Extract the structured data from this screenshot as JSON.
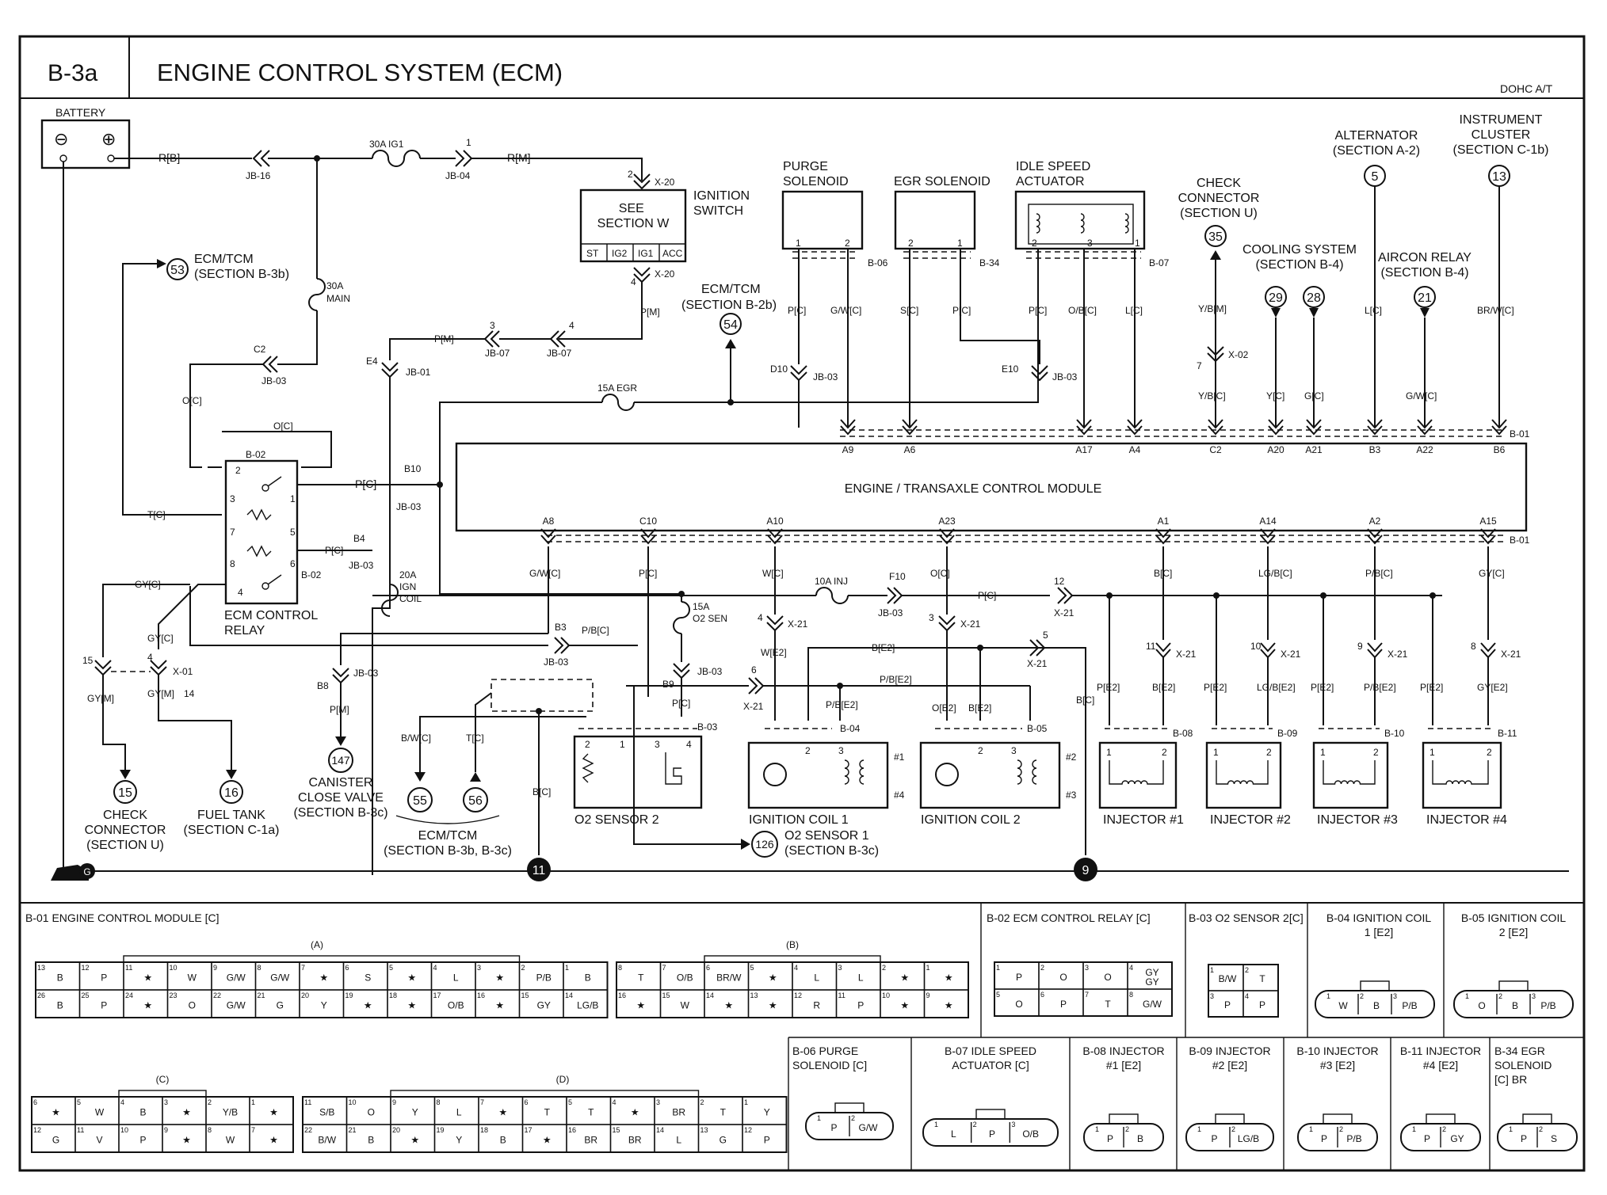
{
  "header": {
    "code": "B-3a",
    "title": "ENGINE CONTROL SYSTEM (ECM)",
    "variant": "DOHC A/T"
  },
  "colors": {
    "ink": "#111111",
    "paper": "#ffffff"
  },
  "top": {
    "battery": "BATTERY",
    "minus": "⊖",
    "plus": "⊕",
    "w_rb": "R[B]",
    "jb16": "JB-16",
    "fuse_ig1": "30A IG1",
    "pin1": "1",
    "jb04": "JB-04",
    "w_rm": "R[M]",
    "x20a": "X-20",
    "pin2": "2",
    "see_w": "SEE\nSECTION W",
    "ign_switch": "IGNITION\nSWITCH",
    "sw_st": "ST",
    "sw_ig2": "IG2",
    "sw_ig1": "IG1",
    "sw_acc": "ACC",
    "x20b": "X-20",
    "pin4": "4",
    "w_pm": "P[M]",
    "ecmtcm": "ECM/TCM",
    "sec_b2b": "(SECTION B-2b)",
    "ref54": "54",
    "sec_b3b": "ECM/TCM\n(SECTION B-3b)",
    "ref53": "53",
    "fuse_main": "30A\nMAIN",
    "c2": "C2",
    "jb03": "JB-03",
    "w_oc": "O[C]",
    "e4": "E4",
    "jb01": "JB-01",
    "w_pm2": "P[M]",
    "pin3": "3",
    "jb07": "JB-07",
    "pin4b": "4",
    "jb07b": "JB-07",
    "fuse_egr": "15A EGR",
    "purge": "PURGE\nSOLENOID",
    "egr": "EGR SOLENOID",
    "isa": "IDLE SPEED\nACTUATOR",
    "check_conn": "CHECK\nCONNECTOR\n(SECTION U)",
    "ref35": "35",
    "alt": "ALTERNATOR\n(SECTION A-2)",
    "ref5": "5",
    "cluster": "INSTRUMENT\nCLUSTER\n(SECTION C-1b)",
    "ref13": "13",
    "cooling": "COOLING SYSTEM\n(SECTION B-4)",
    "ref29": "29",
    "ref28": "28",
    "aircon": "AIRCON RELAY\n(SECTION B-4)",
    "ref21": "21",
    "b06": "B-06",
    "b34": "B-34",
    "b07": "B-07",
    "w_pc": "P[C]",
    "w_gwc": "G/W[C]",
    "w_sc": "S[C]",
    "w_pc2": "P[C]",
    "w_pc3": "P[C]",
    "w_obc": "O/B[C]",
    "w_lc": "L[C]",
    "w_ybm": "Y/B[M]",
    "x02": "X-02",
    "pin7": "7",
    "w_ybc": "Y/B[C]",
    "w_yc": "Y[C]",
    "w_gc": "G[C]",
    "w_lc2": "L[C]",
    "w_gwc2": "G/W[C]",
    "w_brwc": "BR/W[C]",
    "d10": "D10",
    "jb03d": "JB-03",
    "e10": "E10",
    "jb03e": "JB-03",
    "b01": "B-01"
  },
  "ecm": {
    "label": "ENGINE / TRANSAXLE CONTROL MODULE",
    "top_pins": [
      "A9",
      "A6",
      "A17",
      "A4",
      "C2",
      "A20",
      "A21",
      "B3",
      "A22",
      "B6"
    ],
    "bottom_pins": [
      "A8",
      "C10",
      "A10",
      "A23",
      "A1",
      "A14",
      "A2",
      "A15"
    ],
    "b01b": "B-01"
  },
  "relay": {
    "label": "ECM CONTROL\nRELAY",
    "b02a": "B-02",
    "b02b": "B-02",
    "w_oc": "O[C]",
    "w_pc": "P[C]",
    "w_pc2": "P[C]",
    "w_tc": "T[C]",
    "b10": "B10",
    "jb03": "JB-03",
    "b4": "B4",
    "jb03b": "JB-03",
    "fuse_ign": "20A\nIGN\nCOIL",
    "p2": "2",
    "p3": "3",
    "p1": "1",
    "p7": "7",
    "p5": "5",
    "p8": "8",
    "p6": "6",
    "p4": "4"
  },
  "lower": {
    "w_gyc": "GY[C]",
    "w_gyc2": "GY[C]",
    "p15": "15",
    "p4": "4",
    "x01": "X-01",
    "w_gym": "GY[M]",
    "w_gym2": "GY[M]",
    "p14": "14",
    "check15": "CHECK\nCONNECTOR\n(SECTION U)",
    "ref15": "15",
    "fuel16": "FUEL TANK\n(SECTION C-1a)",
    "ref16": "16",
    "b8": "B8",
    "jb03": "JB-03",
    "w_pm": "P[M]",
    "canister": "CANISTER\nCLOSE VALVE\n(SECTION B-3c)",
    "ref147": "147",
    "w_bwc": "B/W[C]",
    "w_tc": "T[C]",
    "ecm55": "ECM/TCM\n(SECTION B-3b, B-3c)",
    "ref55": "55",
    "ref56": "56",
    "b3": "B3",
    "w_pbc": "P/B[C]",
    "jb03b": "JB-03",
    "w_gwc": "G/W[C]",
    "w_pc": "P[C]",
    "w_wc": "W[C]",
    "w_oc": "O[C]",
    "fuse_o2": "15A\nO2 SEN",
    "jb03c": "JB-03",
    "b9": "B9",
    "w_pc2": "P[C]",
    "b03": "B-03",
    "o2s2": "O2 SENSOR 2",
    "o2s1": "O2 SENSOR 1\n(SECTION B-3c)",
    "ref126": "126",
    "fuse_inj": "10A INJ",
    "f10": "F10",
    "jb03d": "JB-03",
    "w_pc3": "P[C]",
    "p12": "12",
    "x21a": "X-21",
    "p4b": "4",
    "x21b": "X-21",
    "w_we2": "W[E2]",
    "p3b": "3",
    "x21c": "X-21",
    "w_be2": "B[E2]",
    "p5": "5",
    "x21d": "X-21",
    "p6": "6",
    "x21e": "X-21",
    "w_pbe2": "P/B[E2]",
    "w_pbe2b": "P/B[E2]",
    "w_oe2": "O[E2]",
    "w_be2b": "B[E2]",
    "w_bc": "B[C]",
    "b04": "B-04",
    "b05": "B-05",
    "coil1": "IGNITION COIL 1",
    "coil2": "IGNITION COIL 2",
    "c1": "#1",
    "c4": "#4",
    "c2": "#2",
    "c3": "#3",
    "w_bc2": "B[C]",
    "g11": "11",
    "g9": "9",
    "ground": "G"
  },
  "injectors": [
    {
      "label": "INJECTOR #1",
      "wire_top": "B[C]",
      "pin": "11",
      "x21": "X-21",
      "wire_p": "P[E2]",
      "wire_c": "B[E2]",
      "conn": "B-08"
    },
    {
      "label": "INJECTOR #2",
      "wire_top": "LG/B[C]",
      "pin": "10",
      "x21": "X-21",
      "wire_p": "P[E2]",
      "wire_c": "LG/B[E2]",
      "conn": "B-09"
    },
    {
      "label": "INJECTOR #3",
      "wire_top": "P/B[C]",
      "pin": "9",
      "x21": "X-21",
      "wire_p": "P[E2]",
      "wire_c": "P/B[E2]",
      "conn": "B-10"
    },
    {
      "label": "INJECTOR #4",
      "wire_top": "GY[C]",
      "pin": "8",
      "x21": "X-21",
      "wire_p": "P[E2]",
      "wire_c": "GY[E2]",
      "conn": "B-11"
    }
  ],
  "connectors": {
    "b01_title": "B-01 ENGINE CONTROL MODULE [C]",
    "A": {
      "label": "(A)",
      "row1": [
        [
          "13",
          "B"
        ],
        [
          "12",
          "P"
        ],
        [
          "11",
          "★"
        ],
        [
          "10",
          "W"
        ],
        [
          "9",
          "G/W"
        ],
        [
          "8",
          "G/W"
        ],
        [
          "7",
          "★"
        ],
        [
          "6",
          "S"
        ],
        [
          "5",
          "★"
        ],
        [
          "4",
          "L"
        ],
        [
          "3",
          "★"
        ],
        [
          "2",
          "P/B"
        ],
        [
          "1",
          "B"
        ]
      ],
      "row2": [
        [
          "26",
          "B"
        ],
        [
          "25",
          "P"
        ],
        [
          "24",
          "★"
        ],
        [
          "23",
          "O"
        ],
        [
          "22",
          "G/W"
        ],
        [
          "21",
          "G"
        ],
        [
          "20",
          "Y"
        ],
        [
          "19",
          "★"
        ],
        [
          "18",
          "★"
        ],
        [
          "17",
          "O/B"
        ],
        [
          "16",
          "★"
        ],
        [
          "15",
          "GY"
        ],
        [
          "14",
          "LG/B"
        ]
      ]
    },
    "B": {
      "label": "(B)",
      "row1": [
        [
          "8",
          "T"
        ],
        [
          "7",
          "O/B"
        ],
        [
          "6",
          "BR/W"
        ],
        [
          "5",
          "★"
        ],
        [
          "4",
          "L"
        ],
        [
          "3",
          "L"
        ],
        [
          "2",
          "★"
        ],
        [
          "1",
          "★"
        ]
      ],
      "row2": [
        [
          "16",
          "★"
        ],
        [
          "15",
          "W"
        ],
        [
          "14",
          "★"
        ],
        [
          "13",
          "★"
        ],
        [
          "12",
          "R"
        ],
        [
          "11",
          "P"
        ],
        [
          "10",
          "★"
        ],
        [
          "9",
          "★"
        ]
      ]
    },
    "C": {
      "label": "(C)",
      "row1": [
        [
          "6",
          "★"
        ],
        [
          "5",
          "W"
        ],
        [
          "4",
          "B"
        ],
        [
          "3",
          "★"
        ],
        [
          "2",
          "Y/B"
        ],
        [
          "1",
          "★"
        ]
      ],
      "row2": [
        [
          "12",
          "G"
        ],
        [
          "11",
          "V"
        ],
        [
          "10",
          "P"
        ],
        [
          "9",
          "★"
        ],
        [
          "8",
          "W"
        ],
        [
          "7",
          "★"
        ]
      ]
    },
    "D": {
      "label": "(D)",
      "row1": [
        [
          "11",
          "S/B"
        ],
        [
          "10",
          "O"
        ],
        [
          "9",
          "Y"
        ],
        [
          "8",
          "L"
        ],
        [
          "7",
          "★"
        ],
        [
          "6",
          "T"
        ],
        [
          "5",
          "T"
        ],
        [
          "4",
          "★"
        ],
        [
          "3",
          "BR"
        ],
        [
          "2",
          "T"
        ],
        [
          "1",
          "Y"
        ]
      ],
      "row2": [
        [
          "22",
          "B/W"
        ],
        [
          "21",
          "B"
        ],
        [
          "20",
          "★"
        ],
        [
          "19",
          "Y"
        ],
        [
          "18",
          "B"
        ],
        [
          "17",
          "★"
        ],
        [
          "16",
          "BR"
        ],
        [
          "15",
          "BR"
        ],
        [
          "14",
          "L"
        ],
        [
          "13",
          "G"
        ],
        [
          "12",
          "P"
        ]
      ]
    },
    "b02": {
      "title": "B-02 ECM CONTROL RELAY [C]",
      "row1": [
        [
          "1",
          "P"
        ],
        [
          "2",
          "O"
        ],
        [
          "3",
          "O"
        ],
        [
          "4",
          "GY\nGY"
        ]
      ],
      "row2": [
        [
          "5",
          "O"
        ],
        [
          "6",
          "P"
        ],
        [
          "7",
          "T"
        ],
        [
          "8",
          "G/W"
        ]
      ]
    },
    "b03": {
      "title": "B-03 O2 SENSOR 2[C]",
      "cells": [
        [
          "1",
          "B/W"
        ],
        [
          "2",
          "T"
        ],
        [
          "3",
          "P"
        ],
        [
          "4",
          "P"
        ]
      ]
    },
    "b04": {
      "title": "B-04 IGNITION COIL\n1 [E2]",
      "cells": [
        [
          "1",
          "W"
        ],
        [
          "2",
          "B"
        ],
        [
          "3",
          "P/B"
        ]
      ]
    },
    "b05": {
      "title": "B-05 IGNITION COIL\n2 [E2]",
      "cells": [
        [
          "1",
          "O"
        ],
        [
          "2",
          "B"
        ],
        [
          "3",
          "P/B"
        ]
      ]
    },
    "b06": {
      "title": "B-06 PURGE\nSOLENOID [C]",
      "cells": [
        [
          "1",
          "P"
        ],
        [
          "2",
          "G/W"
        ]
      ]
    },
    "b07": {
      "title": "B-07 IDLE SPEED\nACTUATOR [C]",
      "cells": [
        [
          "1",
          "L"
        ],
        [
          "2",
          "P"
        ],
        [
          "3",
          "O/B"
        ]
      ]
    },
    "b08": {
      "title": "B-08 INJECTOR\n#1 [E2]",
      "cells": [
        [
          "1",
          "P"
        ],
        [
          "2",
          "B"
        ]
      ]
    },
    "b09": {
      "title": "B-09 INJECTOR\n#2 [E2]",
      "cells": [
        [
          "1",
          "P"
        ],
        [
          "2",
          "LG/B"
        ]
      ]
    },
    "b10": {
      "title": "B-10 INJECTOR\n#3 [E2]",
      "cells": [
        [
          "1",
          "P"
        ],
        [
          "2",
          "P/B"
        ]
      ]
    },
    "b11": {
      "title": "B-11 INJECTOR\n#4 [E2]",
      "cells": [
        [
          "1",
          "P"
        ],
        [
          "2",
          "GY"
        ]
      ]
    },
    "b34": {
      "title": "B-34 EGR\nSOLENOID\n[C] BR",
      "cells": [
        [
          "1",
          "P"
        ],
        [
          "2",
          "S"
        ]
      ]
    }
  }
}
